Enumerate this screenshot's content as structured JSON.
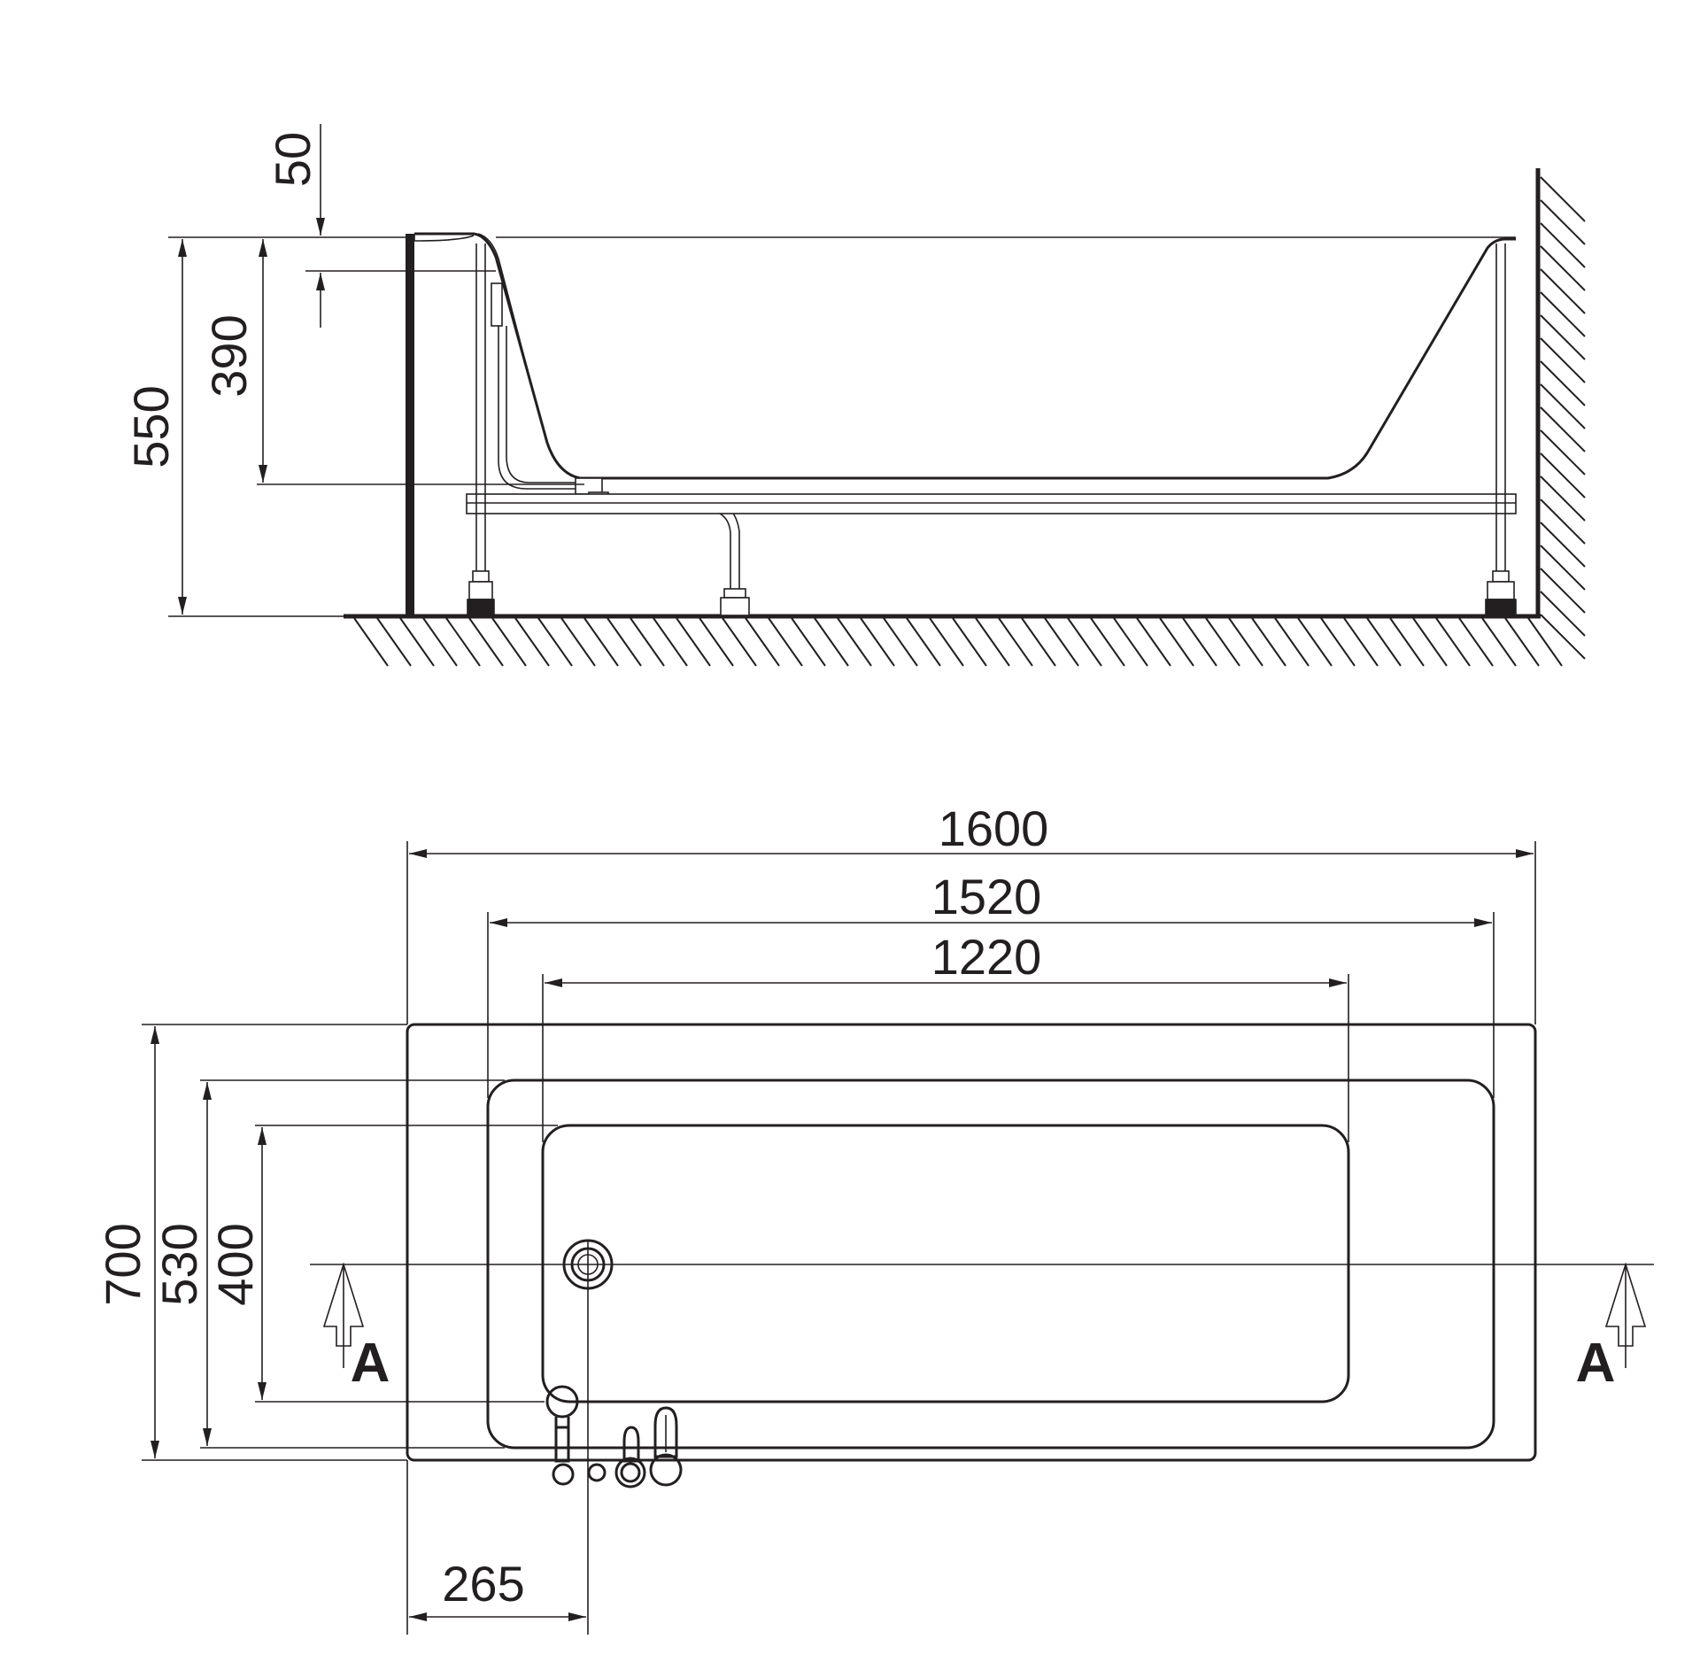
{
  "side_view": {
    "dim_total_height": "550",
    "dim_depth": "390",
    "dim_rim": "50"
  },
  "top_view": {
    "dim_length_outer": "1600",
    "dim_length_inner": "1520",
    "dim_length_bottom": "1220",
    "dim_width_outer": "700",
    "dim_width_inner": "530",
    "dim_width_bottom": "400",
    "dim_drain_offset": "265",
    "section_label_left": "A",
    "section_label_right": "A"
  },
  "colors": {
    "line": "#231f20",
    "background": "#ffffff"
  }
}
